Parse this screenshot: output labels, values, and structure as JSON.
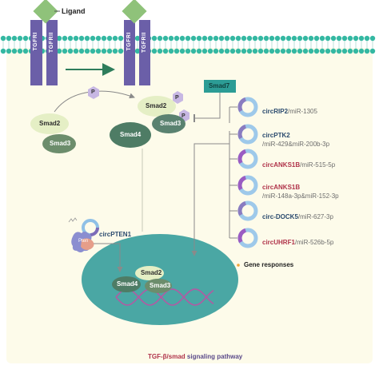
{
  "labels": {
    "ligand": "Ligand",
    "receptor_1": "TGFRI",
    "receptor_2": "TGFRII",
    "phosphate": "P",
    "smad2": "Smad2",
    "smad3": "Smad3",
    "smad4": "Smad4",
    "smad7": "Smad7",
    "circ_pten1": "circPTEN1",
    "pten_label": "Pten",
    "gene_responses": "Gene responses"
  },
  "circ_list": [
    {
      "name": "circRIP2",
      "target": "/miR-1305",
      "name_color": "#2a4a6e",
      "ring_color": "#8a7cc0",
      "name_wrap": false
    },
    {
      "name": "circPTK2",
      "target": "/miR-429&miR-200b-3p",
      "name_color": "#2a4a6e",
      "ring_color": "#8a7cc0",
      "name_wrap": true
    },
    {
      "name": "circANKS1B",
      "target": "/miR-515-5p",
      "name_color": "#b0334a",
      "ring_color": "#9b5cc2",
      "name_wrap": false
    },
    {
      "name": "circANKS1B",
      "target": "/miR-148a-3p&miR-152-3p",
      "name_color": "#b0334a",
      "ring_color": "#9b5cc2",
      "name_wrap": true
    },
    {
      "name": "circ-DOCK5",
      "target": "/miR-627-3p",
      "name_color": "#2a4a6e",
      "ring_color": "#8a7cc0",
      "name_wrap": false
    },
    {
      "name": "circUHRF1",
      "target": "/miR-526b-5p",
      "name_color": "#b0334a",
      "ring_color": "#9b5cc2",
      "name_wrap": false
    }
  ],
  "caption": {
    "part1": "TGF-β/smad",
    "part2": " signaling pathway"
  },
  "colors": {
    "membrane": "#34b8a2",
    "receptor": "#6b5fa8",
    "ligand": "#8fc27a",
    "nucleus": "#4aa7a4",
    "smad7_box": "#2c9c95",
    "dna": "#b25aa3"
  }
}
